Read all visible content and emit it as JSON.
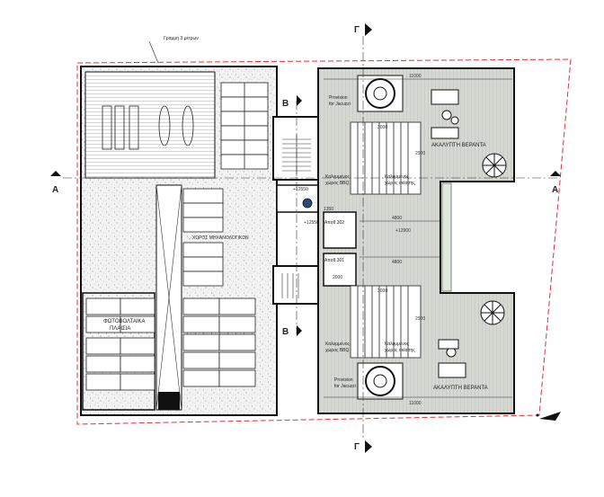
{
  "setback_note": "Γραμμή 3 μέτρων",
  "section_marks": {
    "a_left": "A",
    "a_right": "A",
    "b_top": "B",
    "b_bottom": "B",
    "g_top": "Γ",
    "g_bottom": "Γ"
  },
  "rooms": {
    "mechanical_space": "ΧΩΡΟΣ ΜΗΧΑΝΟΛΟΓΙΚΩΝ",
    "pv_panels_1": "ΦΩΤΟΒΟΛΤΑΙΚΑ",
    "pv_panels_2": "ΠΛΑΙΣΙΑ",
    "veranda_top": "ΑΚΑΛΥΠΤΗ ΒΕΡΑΝΤΑ",
    "veranda_bottom": "ΑΚΑΛΥΠΤΗ ΒΕΡΑΝΤΑ",
    "jacuzzi_top_1": "Provision",
    "jacuzzi_top_2": "for Jacuzzi",
    "jacuzzi_bottom_1": "Provision",
    "jacuzzi_bottom_2": "for Jacuzzi",
    "bbq_top_1": "Καλυμμένος",
    "bbq_top_2": "χώρος BBQ",
    "shade_top_1": "Καλυμμένος",
    "shade_top_2": "χώρος σκίασης",
    "bbq_bottom_1": "Καλυμμένος",
    "bbq_bottom_2": "χώρος BBQ",
    "shade_bottom_1": "Καλυμμένος",
    "shade_bottom_2": "χώρος σκίασης",
    "storage_302": "Απoθ.302",
    "storage_301": "Απoθ.301"
  },
  "levels": {
    "stair_top": "+12550",
    "stair_bottom": "+12550",
    "terrace": "+12900"
  },
  "dimensions": {
    "top_width": "11000",
    "bottom_width": "11000",
    "mid_upper": "4800",
    "mid_lower": "4800",
    "pergola_top": "3000",
    "pergola_bottom": "3000",
    "pergola_side_top": "2900",
    "pergola_side_bottom": "2900",
    "store_top": "1350",
    "store_bottom": "2000"
  },
  "colors": {
    "setback_line": "#e0303a",
    "wall": "#111111",
    "deck": "#d3d6d0",
    "gravel": "#f2f2f2"
  }
}
